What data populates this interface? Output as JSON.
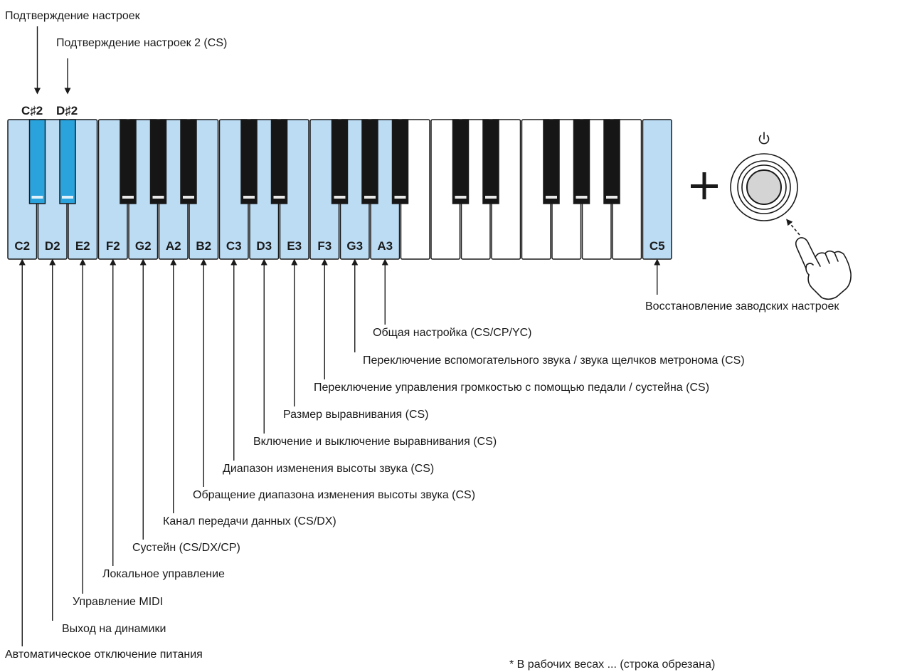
{
  "top_labels": {
    "confirm_settings": "Подтверждение настроек",
    "confirm_settings_2": "Подтверждение настроек 2 (CS)"
  },
  "black_key_labels": {
    "cs2": "C♯2",
    "ds2": "D♯2"
  },
  "white_keys": [
    {
      "note": "C2",
      "highlight": true
    },
    {
      "note": "D2",
      "highlight": true
    },
    {
      "note": "E2",
      "highlight": true
    },
    {
      "note": "F2",
      "highlight": true
    },
    {
      "note": "G2",
      "highlight": true
    },
    {
      "note": "A2",
      "highlight": true
    },
    {
      "note": "B2",
      "highlight": true
    },
    {
      "note": "C3",
      "highlight": true
    },
    {
      "note": "D3",
      "highlight": true
    },
    {
      "note": "E3",
      "highlight": true
    },
    {
      "note": "F3",
      "highlight": true
    },
    {
      "note": "G3",
      "highlight": true
    },
    {
      "note": "A3",
      "highlight": true
    },
    {
      "note": "",
      "highlight": false
    },
    {
      "note": "",
      "highlight": false
    },
    {
      "note": "",
      "highlight": false
    },
    {
      "note": "",
      "highlight": false
    },
    {
      "note": "",
      "highlight": false
    },
    {
      "note": "",
      "highlight": false
    },
    {
      "note": "",
      "highlight": false
    },
    {
      "note": "",
      "highlight": false
    },
    {
      "note": "C5",
      "highlight": true
    }
  ],
  "function_labels": [
    {
      "key": "C2",
      "text": "Автоматическое отключение питания"
    },
    {
      "key": "D2",
      "text": "Выход на динамики"
    },
    {
      "key": "E2",
      "text": "Управление MIDI"
    },
    {
      "key": "F2",
      "text": "Локальное управление"
    },
    {
      "key": "G2",
      "text": "Сустейн (CS/DX/CP)"
    },
    {
      "key": "A2",
      "text": "Канал передачи данных (CS/DX)"
    },
    {
      "key": "B2",
      "text": "Обращение диапазона изменения высоты звука (CS)"
    },
    {
      "key": "C3",
      "text": "Диапазон изменения высоты звука (CS)"
    },
    {
      "key": "D3",
      "text": "Включение и выключение выравнивания (CS)"
    },
    {
      "key": "E3",
      "text": "Размер выравнивания (CS)"
    },
    {
      "key": "F3",
      "text": "Переключение управления громкостью с помощью педали / сустейна (CS)"
    },
    {
      "key": "G3",
      "text": "Переключение вспомогательного звука / звука щелчков метронома (CS)"
    },
    {
      "key": "A3",
      "text": "Общая настройка (CS/CP/YC)"
    }
  ],
  "c5_label": "Восстановление заводских настроек",
  "plus_symbol": "+",
  "footnote": "* В рабочих весах ... (строка обрезана)",
  "colors": {
    "key_highlight": "#bcdcf4",
    "black_key_highlight": "#2aa2dc",
    "black_key": "#161616",
    "outline": "#1a1a1a"
  },
  "icons": {
    "power": "power-icon",
    "hand": "pointing-hand-icon",
    "arrow": "arrow-icon"
  }
}
